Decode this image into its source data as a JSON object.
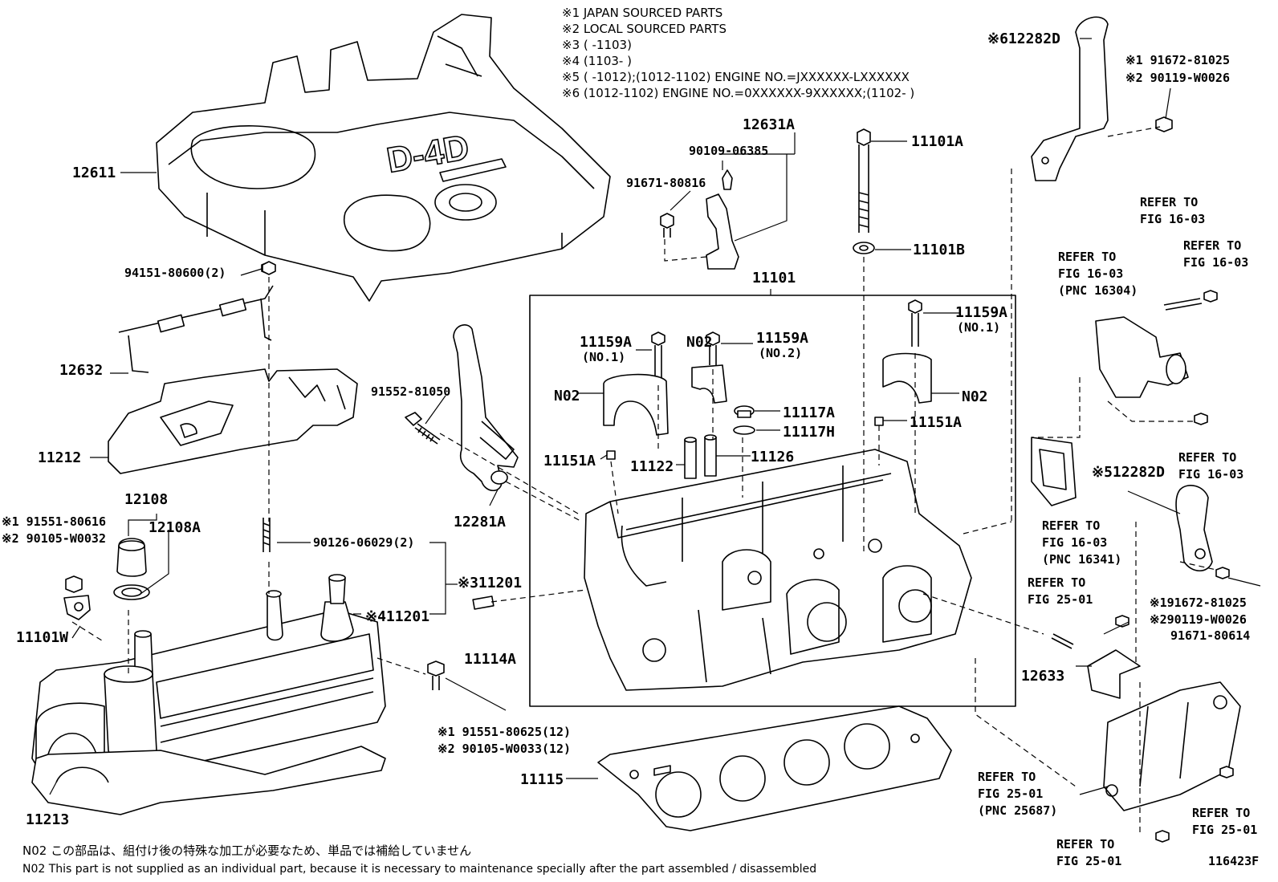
{
  "notes": [
    "※1 JAPAN SOURCED PARTS",
    "※2 LOCAL SOURCED PARTS",
    "※3 (        -1103)",
    "※4 (1103-        )",
    "※5 (        -1012);(1012-1102) ENGINE NO.=JXXXXXX-LXXXXXX",
    "※6 (1012-1102) ENGINE NO.=0XXXXXX-9XXXXXX;(1102-        )"
  ],
  "labels": {
    "l12611": "12611",
    "l94151": "94151-80600(2)",
    "l12632": "12632",
    "l11212": "11212",
    "l12108": "12108",
    "l12108A": "12108A",
    "l91551_616": "※1 91551-80616",
    "l90105_32": "※2 90105-W0032",
    "l11101W": "11101W",
    "l11213": "11213",
    "l90126": "90126-06029(2)",
    "l11201_3": "※311201",
    "l11201_4": "※411201",
    "l11114A": "11114A",
    "l91551_625": "※1 91551-80625(12)",
    "l90105_33": "※2 90105-W0033(12)",
    "l91552": "91552-81050",
    "l12281A": "12281A",
    "l12631A": "12631A",
    "l90109": "90109-06385",
    "l91671_816": "91671-80816",
    "l11101A": "11101A",
    "l11101B": "11101B",
    "l11101": "11101",
    "l11159A_1": "11159A",
    "l11159A_1s": "(NO.1)",
    "l11159A_2": "11159A",
    "l11159A_2s": "(NO.2)",
    "l11159A_3": "11159A",
    "l11159A_3s": "(NO.1)",
    "l11159A_4": "N02",
    "lN02_a": "N02",
    "lN02_c": "N02",
    "l11117A": "11117A",
    "l11117H": "11117H",
    "l11151A_r": "11151A",
    "l11151A_l": "11151A",
    "l11122": "11122",
    "l11126": "11126",
    "l11115": "11115",
    "l12282D_6": "※612282D",
    "l91672_a": "※1 91672-81025",
    "l90119_a": "※2 90119-W0026",
    "l12282D_5": "※512282D",
    "l91672_b": "※191672-81025",
    "l90119_b": "※290119-W0026",
    "l91671_614": "91671-80614",
    "l12633": "12633",
    "l116423F": "116423F"
  },
  "refer": [
    {
      "id": "r1",
      "l1": "REFER TO",
      "l2": "FIG 16-03",
      "l3": ""
    },
    {
      "id": "r2",
      "l1": "REFER TO",
      "l2": "FIG 16-03",
      "l3": "(PNC 16304)"
    },
    {
      "id": "r3",
      "l1": "REFER TO",
      "l2": "FIG 16-03",
      "l3": ""
    },
    {
      "id": "r4",
      "l1": "REFER TO",
      "l2": "FIG 16-03",
      "l3": ""
    },
    {
      "id": "r5",
      "l1": "REFER TO",
      "l2": "FIG 16-03",
      "l3": "(PNC 16341)"
    },
    {
      "id": "r6",
      "l1": "REFER TO",
      "l2": "FIG 25-01",
      "l3": ""
    },
    {
      "id": "r7",
      "l1": "REFER TO",
      "l2": "FIG 25-01",
      "l3": "(PNC 25687)"
    },
    {
      "id": "r8",
      "l1": "REFER TO",
      "l2": "FIG 25-01",
      "l3": ""
    },
    {
      "id": "r9",
      "l1": "REFER TO",
      "l2": "FIG 25-01",
      "l3": ""
    }
  ],
  "footnotes": {
    "jp": "N02  この部品は、組付け後の特殊な加工が必要なため、単品では補給していません",
    "en": "N02  This part is not supplied as an individual part, because it is necessary to maintenance specially after the part assembled / disassembled"
  },
  "logo_text": "D-4D"
}
